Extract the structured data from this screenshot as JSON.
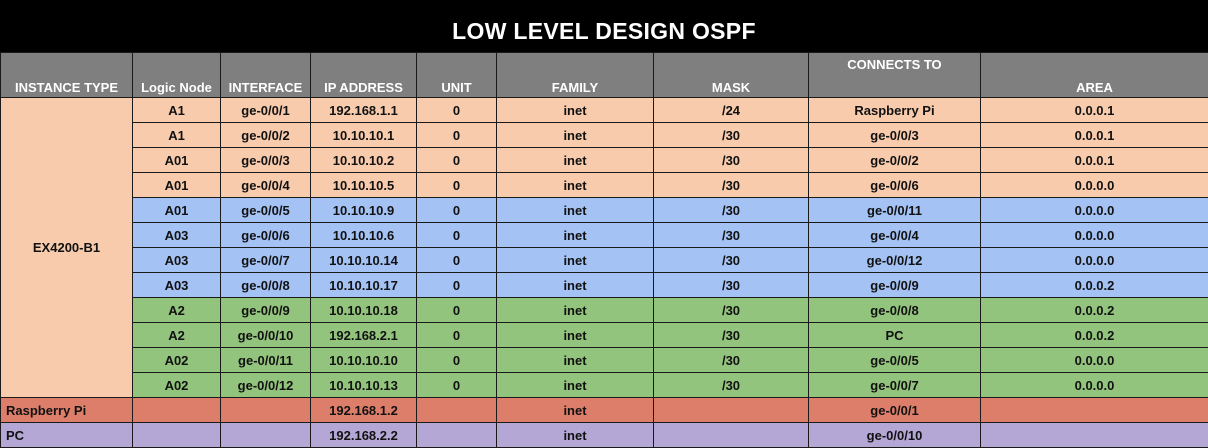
{
  "title": "LOW LEVEL DESIGN OSPF",
  "columns": [
    "INSTANCE TYPE",
    "Logic Node",
    "INTERFACE",
    "IP ADDRESS",
    "UNIT",
    "FAMILY",
    "MASK",
    "CONNECTS TO",
    "AREA"
  ],
  "instance_group": "EX4200-B1",
  "colors": {
    "header": "#7f7f7f",
    "peach": "#f8cbad",
    "blue": "#a4c2f4",
    "green": "#93c47d",
    "red": "#dd7e6b",
    "purple": "#b4a7d6"
  },
  "rows": [
    {
      "node": "A1",
      "interface": "ge-0/0/1",
      "ip": "192.168.1.1",
      "unit": "0",
      "family": "inet",
      "mask": "/24",
      "connects": "Raspberry Pi",
      "area": "0.0.0.1",
      "color": "peach"
    },
    {
      "node": "A1",
      "interface": "ge-0/0/2",
      "ip": "10.10.10.1",
      "unit": "0",
      "family": "inet",
      "mask": "/30",
      "connects": "ge-0/0/3",
      "area": "0.0.0.1",
      "color": "peach"
    },
    {
      "node": "A01",
      "interface": "ge-0/0/3",
      "ip": "10.10.10.2",
      "unit": "0",
      "family": "inet",
      "mask": "/30",
      "connects": "ge-0/0/2",
      "area": "0.0.0.1",
      "color": "peach"
    },
    {
      "node": "A01",
      "interface": "ge-0/0/4",
      "ip": "10.10.10.5",
      "unit": "0",
      "family": "inet",
      "mask": "/30",
      "connects": "ge-0/0/6",
      "area": "0.0.0.0",
      "color": "peach"
    },
    {
      "node": "A01",
      "interface": "ge-0/0/5",
      "ip": "10.10.10.9",
      "unit": "0",
      "family": "inet",
      "mask": "/30",
      "connects": "ge-0/0/11",
      "area": "0.0.0.0",
      "color": "blue"
    },
    {
      "node": "A03",
      "interface": "ge-0/0/6",
      "ip": "10.10.10.6",
      "unit": "0",
      "family": "inet",
      "mask": "/30",
      "connects": "ge-0/0/4",
      "area": "0.0.0.0",
      "color": "blue"
    },
    {
      "node": "A03",
      "interface": "ge-0/0/7",
      "ip": "10.10.10.14",
      "unit": "0",
      "family": "inet",
      "mask": "/30",
      "connects": "ge-0/0/12",
      "area": "0.0.0.0",
      "color": "blue"
    },
    {
      "node": "A03",
      "interface": "ge-0/0/8",
      "ip": "10.10.10.17",
      "unit": "0",
      "family": "inet",
      "mask": "/30",
      "connects": "ge-0/0/9",
      "area": "0.0.0.2",
      "color": "blue"
    },
    {
      "node": "A2",
      "interface": "ge-0/0/9",
      "ip": "10.10.10.18",
      "unit": "0",
      "family": "inet",
      "mask": "/30",
      "connects": "ge-0/0/8",
      "area": "0.0.0.2",
      "color": "green"
    },
    {
      "node": "A2",
      "interface": "ge-0/0/10",
      "ip": "192.168.2.1",
      "unit": "0",
      "family": "inet",
      "mask": "/30",
      "connects": "PC",
      "area": "0.0.0.2",
      "color": "green"
    },
    {
      "node": "A02",
      "interface": "ge-0/0/11",
      "ip": "10.10.10.10",
      "unit": "0",
      "family": "inet",
      "mask": "/30",
      "connects": "ge-0/0/5",
      "area": "0.0.0.0",
      "color": "green"
    },
    {
      "node": "A02",
      "interface": "ge-0/0/12",
      "ip": "10.10.10.13",
      "unit": "0",
      "family": "inet",
      "mask": "/30",
      "connects": "ge-0/0/7",
      "area": "0.0.0.0",
      "color": "green"
    }
  ],
  "extra_rows": [
    {
      "instance": "Raspberry Pi",
      "node": "",
      "interface": "",
      "ip": "192.168.1.2",
      "unit": "",
      "family": "inet",
      "mask": "",
      "connects": "ge-0/0/1",
      "area": "",
      "color": "red"
    },
    {
      "instance": "PC",
      "node": "",
      "interface": "",
      "ip": "192.168.2.2",
      "unit": "",
      "family": "inet",
      "mask": "",
      "connects": "ge-0/0/10",
      "area": "",
      "color": "purple"
    }
  ]
}
